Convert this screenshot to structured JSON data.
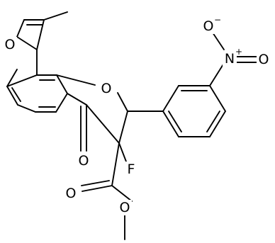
{
  "molecule": {
    "atoms": {
      "furan_o": "O",
      "pyran_o": "O",
      "ketone_o": "O",
      "fluorine": "F",
      "nitro_n": "N",
      "nitro_o_top": "O",
      "nitro_o_right": "O",
      "ester_carbonyl_o": "O",
      "ester_o": "O"
    },
    "charges": {
      "nitro_n": "+",
      "nitro_o_top": "−"
    }
  }
}
